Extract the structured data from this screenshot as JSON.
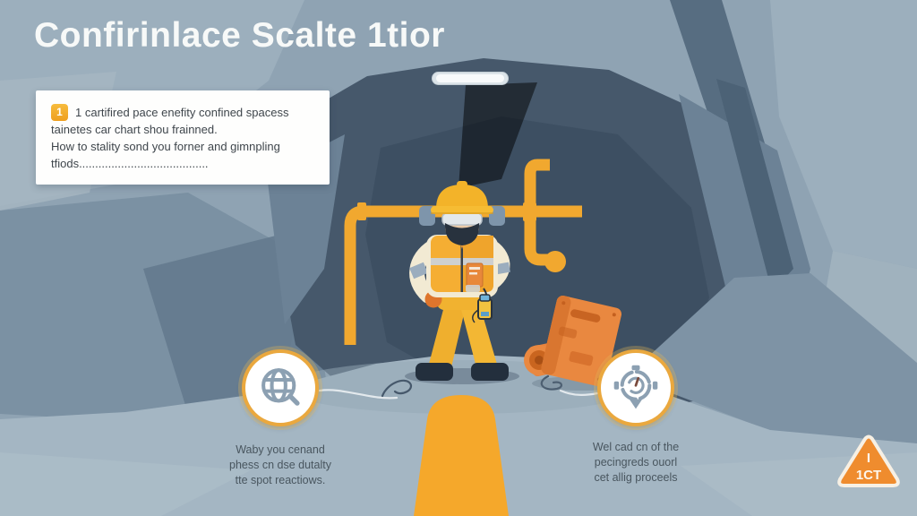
{
  "title": "Confirinlace Scalte 1tior",
  "card": {
    "badge": "1",
    "line1": "1 cartifired pace enefity confined spacess",
    "line2": "tainetes car chart shou frainned.",
    "line3": "How to stality sond you forner and gimnpling",
    "line4": "tfiods........................................"
  },
  "features": [
    {
      "icon": "globe-search-icon",
      "lines": [
        "Waby you cenand",
        "phess cn dse dutalty",
        "tte spot reactiows."
      ]
    },
    {
      "icon": "gauge-gear-icon",
      "lines": [
        "Wel cad cn of the",
        "pecingreds ouorl",
        "cet allig proceels"
      ]
    }
  ],
  "warning": {
    "mark": "I",
    "label": "1CT"
  },
  "colors": {
    "pipe_yellow": "#F1A82F",
    "safety_yellow": "#F5B32B",
    "equipment_orange": "#E98840",
    "warning_orange": "#EF8C2E",
    "ring_gold": "#EAA83E",
    "cave_dark": "#46586B",
    "background_gray_blue": "#8FA3B3",
    "floor_gray": "#A4B6C3",
    "card_bg": "#FFFFFF",
    "title_white": "#F7F9F8"
  }
}
